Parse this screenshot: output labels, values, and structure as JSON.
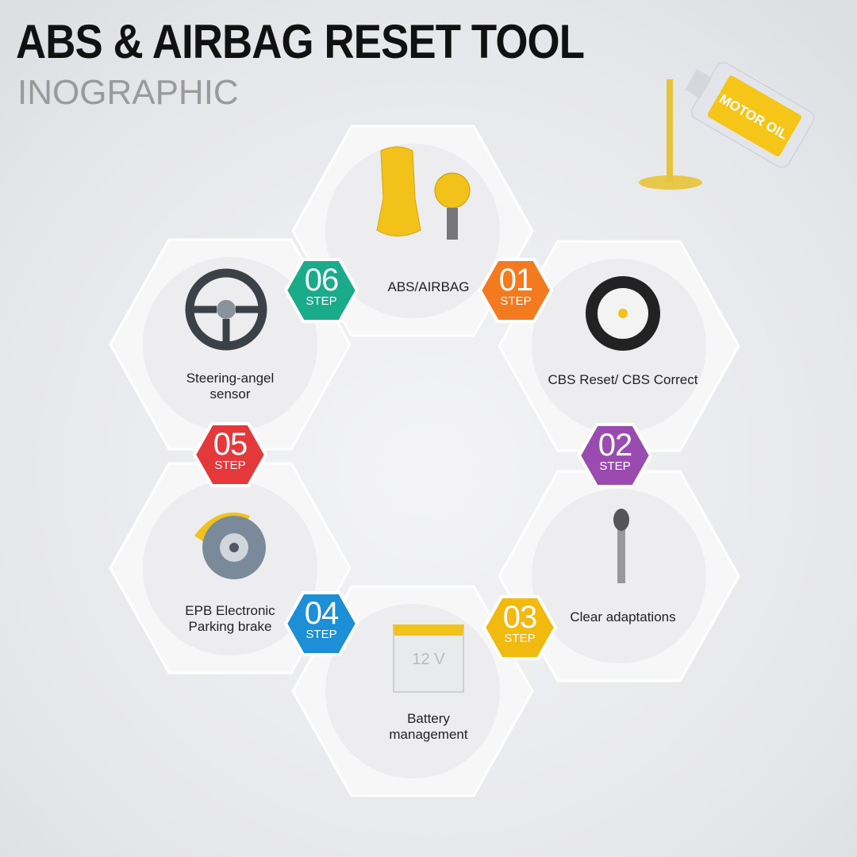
{
  "header": {
    "title": "ABS & AIRBAG RESET TOOL",
    "subtitle": "INOGRAPHIC"
  },
  "decoration": {
    "oil_bottle_text": "MOTOR OIL",
    "battery_text": "12 V"
  },
  "steps": [
    {
      "number": "01",
      "step": "STEP",
      "label": "ABS/AIRBAG",
      "color": "#f47a1f",
      "icon": "seat-crash-dummy-icon"
    },
    {
      "number": "02",
      "step": "STEP",
      "label": "CBS Reset/ CBS Correct",
      "color": "#9a4bb0",
      "icon": "tire-icon"
    },
    {
      "number": "03",
      "step": "STEP",
      "label": "Clear adaptations",
      "color": "#f2b90f",
      "icon": "gear-shifter-icon"
    },
    {
      "number": "04",
      "step": "STEP",
      "label": "Battery management",
      "color": "#1c8fd6",
      "icon": "battery-icon"
    },
    {
      "number": "05",
      "step": "STEP",
      "label": "EPB Electronic Parking brake",
      "color": "#e5383b",
      "icon": "brake-disc-icon"
    },
    {
      "number": "06",
      "step": "STEP",
      "label": "Steering-angel sensor",
      "color": "#1aab8a",
      "icon": "steering-wheel-icon"
    }
  ]
}
